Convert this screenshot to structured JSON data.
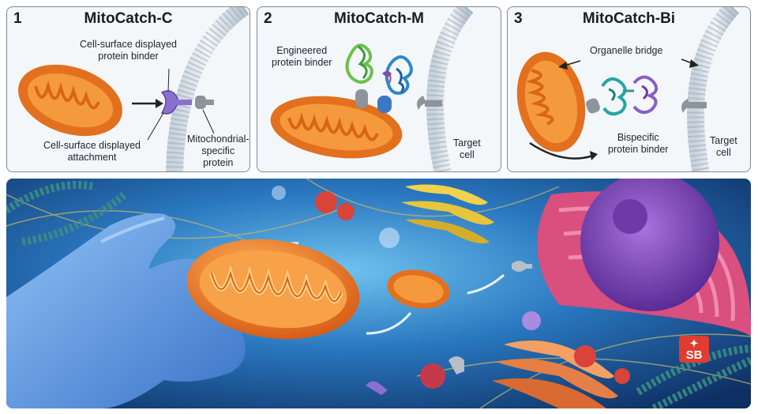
{
  "panels": [
    {
      "number": "1",
      "title": "MitoCatch-C",
      "labels": {
        "binder": "Cell-surface displayed\nprotein binder",
        "attachment": "Cell-surface displayed\nattachment",
        "protein": "Mitochondrial-\nspecific\nprotein"
      }
    },
    {
      "number": "2",
      "title": "MitoCatch-M",
      "labels": {
        "binder": "Engineered\nprotein binder",
        "target": "Target\ncell"
      }
    },
    {
      "number": "3",
      "title": "MitoCatch-Bi",
      "labels": {
        "bridge": "Organelle bridge",
        "binder": "Bispecific\nprotein binder",
        "target": "Target\ncell"
      }
    }
  ],
  "badge": {
    "icon": "star-icon",
    "symbol": "✦",
    "text": "SB"
  },
  "colors": {
    "mito_outer": "#e2701f",
    "mito_inner": "#f59a3c",
    "binder": "#8a6fd1",
    "scene_bg": "#1f5fa8",
    "glove": "#6fa6e8",
    "er": "#d94f7e",
    "nucleus": "#8b52c6",
    "golgi": "#e8c53a",
    "badge": "#e23b30"
  }
}
